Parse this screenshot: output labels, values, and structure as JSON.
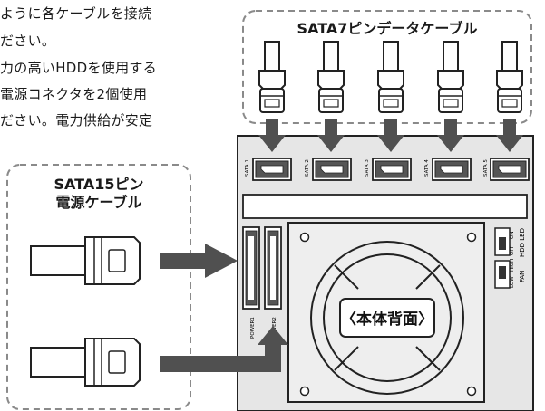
{
  "instructions": {
    "lines": [
      "ように各ケーブルを接続",
      "ださい。",
      "力の高いHDDを使用する",
      "電源コネクタを2個使用",
      "ださい。電力供給が安定"
    ]
  },
  "data_cable": {
    "title": "SATA7ピンデータケーブル",
    "port_labels": [
      "SATA 1",
      "SATA 2",
      "SATA 3",
      "SATA 4",
      "SATA 5"
    ]
  },
  "power_cable": {
    "title_line1": "SATA15ピン",
    "title_line2": "電源ケーブル"
  },
  "enclosure": {
    "back_label": "〈本体背面〉",
    "power_labels": [
      "POWER1",
      "POWER2"
    ],
    "hdd_led_switch": {
      "label": "HDD LED",
      "on": "ON",
      "off": "OFF"
    },
    "fan_switch": {
      "label": "FAN",
      "high": "HIGH",
      "low": "LOW"
    }
  },
  "colors": {
    "arrow": "#505050",
    "dashed_border": "#8a8a8a",
    "panel": "#e6e6e6",
    "port_fill": "#555555"
  }
}
